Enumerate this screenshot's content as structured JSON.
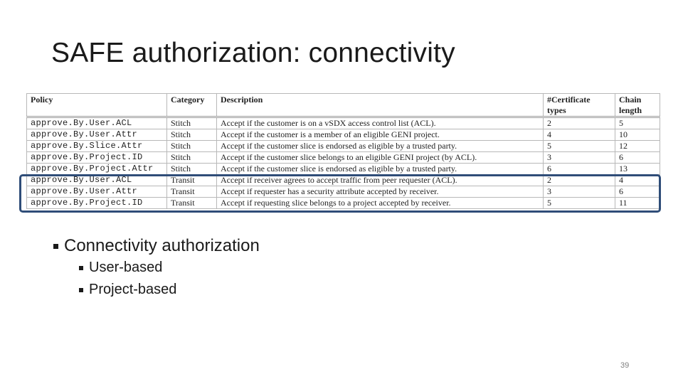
{
  "slide": {
    "title": "SAFE authorization: connectivity",
    "page_number": "39"
  },
  "table": {
    "headers": {
      "policy": "Policy",
      "category": "Category",
      "description": "Description",
      "cert_types": "#Certificate types",
      "chain_length": "Chain length"
    },
    "rows": [
      {
        "policy": "approve.By.User.ACL",
        "category": "Stitch",
        "description": "Accept if the customer is on a vSDX access control list (ACL).",
        "cert_types": "2",
        "chain_length": "5"
      },
      {
        "policy": "approve.By.User.Attr",
        "category": "Stitch",
        "description": "Accept if the customer is a member of an eligible GENI project.",
        "cert_types": "4",
        "chain_length": "10"
      },
      {
        "policy": "approve.By.Slice.Attr",
        "category": "Stitch",
        "description": "Accept if the customer slice is endorsed as eligible by a trusted party.",
        "cert_types": "5",
        "chain_length": "12"
      },
      {
        "policy": "approve.By.Project.ID",
        "category": "Stitch",
        "description": "Accept if the customer slice belongs to an eligible GENI project (by ACL).",
        "cert_types": "3",
        "chain_length": "6"
      },
      {
        "policy": "approve.By.Project.Attr",
        "category": "Stitch",
        "description": "Accept if the customer slice is endorsed as eligible by a trusted party.",
        "cert_types": "6",
        "chain_length": "13"
      },
      {
        "policy": "approve.By.User.ACL",
        "category": "Transit",
        "description": "Accept if receiver agrees to accept traffic from peer requester (ACL).",
        "cert_types": "2",
        "chain_length": "4"
      },
      {
        "policy": "approve.By.User.Attr",
        "category": "Transit",
        "description": "Accept if requester has a security attribute accepted by receiver.",
        "cert_types": "3",
        "chain_length": "6"
      },
      {
        "policy": "approve.By.Project.ID",
        "category": "Transit",
        "description": "Accept if requesting slice belongs to a project accepted by receiver.",
        "cert_types": "5",
        "chain_length": "11"
      }
    ]
  },
  "bullets": {
    "main": "Connectivity authorization",
    "sub": [
      "User-based",
      "Project-based"
    ]
  },
  "colors": {
    "highlight_border": "#2f4d78"
  }
}
